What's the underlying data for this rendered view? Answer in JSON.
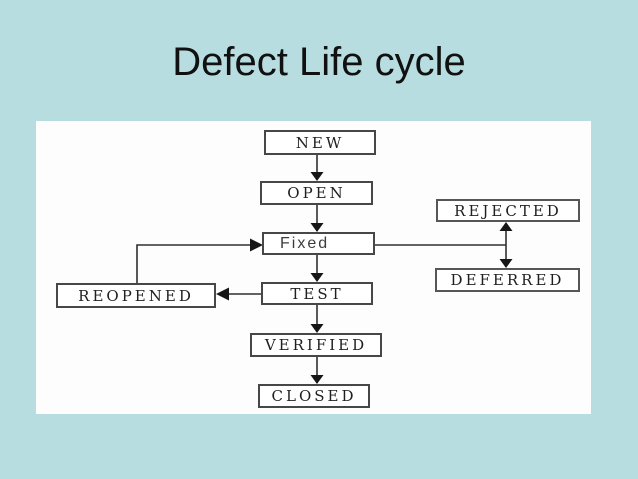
{
  "slide": {
    "title": "Defect Life cycle"
  },
  "diagram": {
    "nodes": [
      {
        "id": "new",
        "label": "NEW"
      },
      {
        "id": "open",
        "label": "OPEN"
      },
      {
        "id": "fixed",
        "label": "Fixed"
      },
      {
        "id": "test",
        "label": "TEST"
      },
      {
        "id": "verified",
        "label": "VERIFIED"
      },
      {
        "id": "closed",
        "label": "CLOSED"
      },
      {
        "id": "reopened",
        "label": "REOPENED"
      },
      {
        "id": "rejected",
        "label": "REJECTED"
      },
      {
        "id": "deferred",
        "label": "DEFERRED"
      }
    ],
    "edges": [
      {
        "from": "new",
        "to": "open",
        "arrow": "single"
      },
      {
        "from": "open",
        "to": "fixed",
        "arrow": "single"
      },
      {
        "from": "fixed",
        "to": "test",
        "arrow": "single"
      },
      {
        "from": "test",
        "to": "verified",
        "arrow": "single"
      },
      {
        "from": "verified",
        "to": "closed",
        "arrow": "single"
      },
      {
        "from": "test",
        "to": "reopened",
        "arrow": "single"
      },
      {
        "from": "reopened",
        "to": "fixed",
        "arrow": "single"
      },
      {
        "from": "fixed",
        "to": "rejected-deferred-link",
        "arrow": "none"
      },
      {
        "from": "rejected",
        "to": "deferred",
        "arrow": "double"
      }
    ]
  },
  "colors": {
    "background": "#b8dde1",
    "panel": "#fdfdfd",
    "box_fill": "#ffffff",
    "box_border": "#474747",
    "label_text": "#1f1f1f",
    "title_text": "#111111",
    "connector": "#303030"
  }
}
